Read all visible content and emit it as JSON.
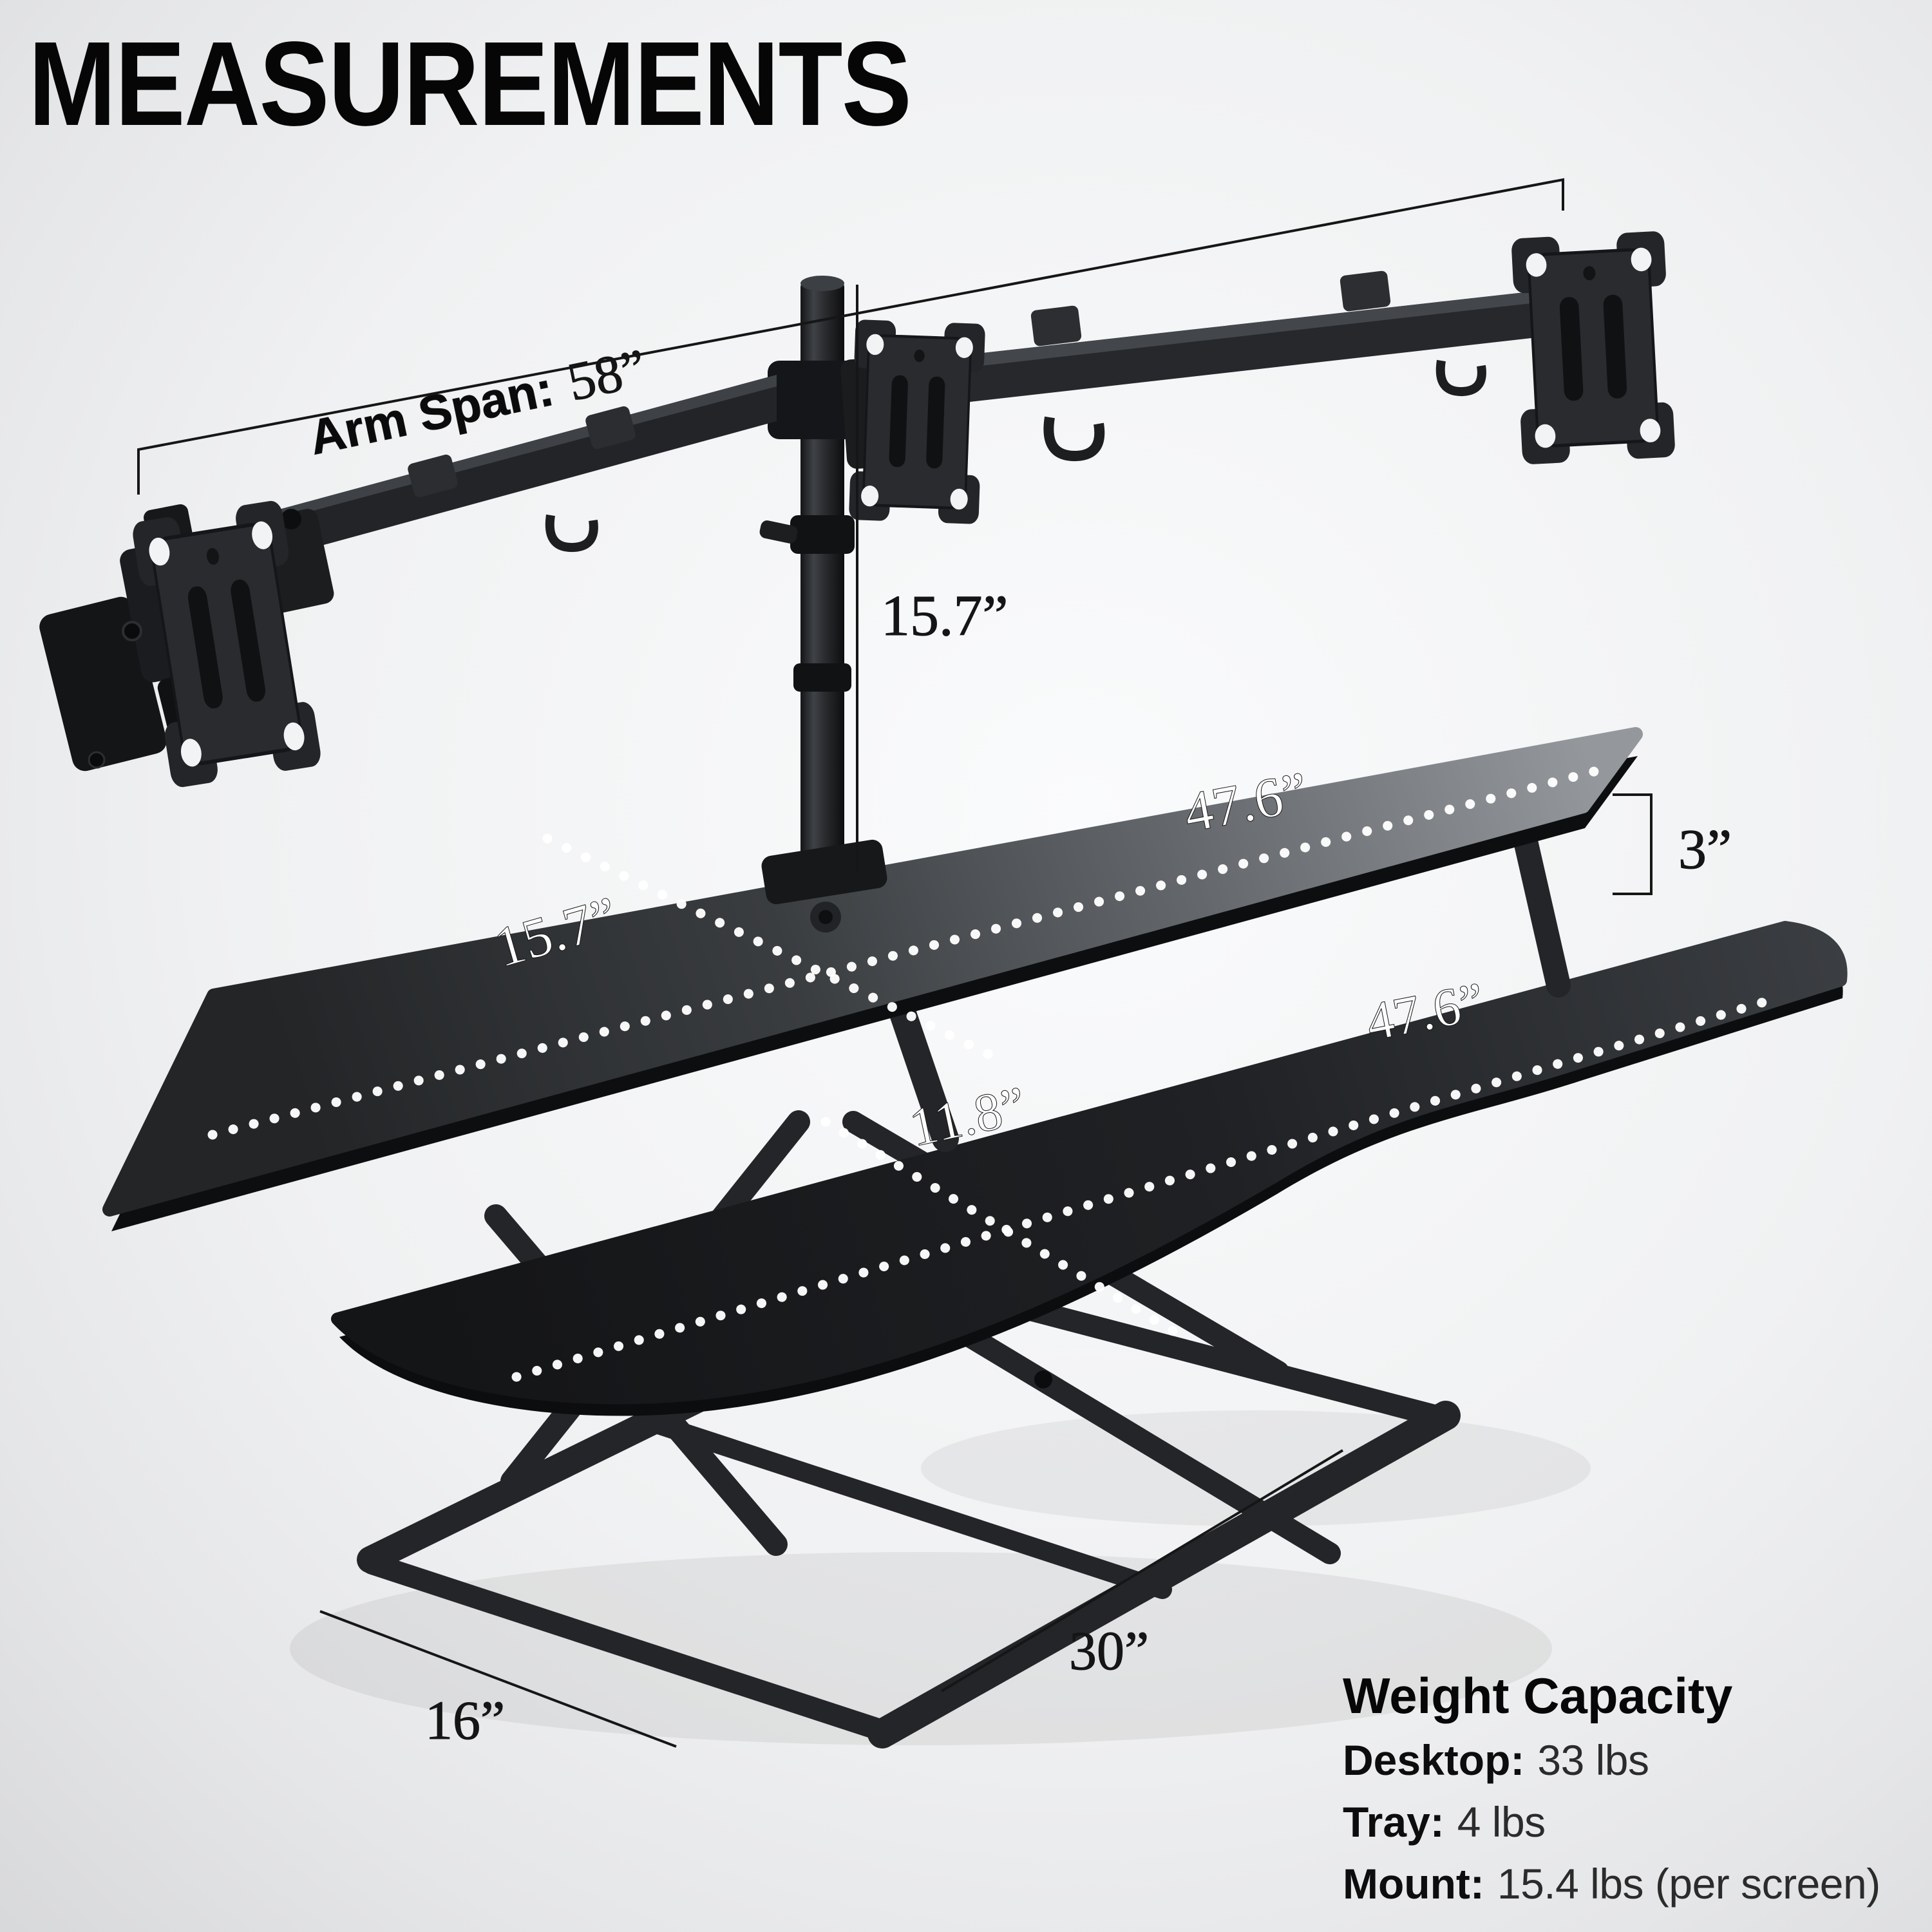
{
  "title": "MEASUREMENTS",
  "measurements": {
    "arm_span_label": "Arm Span:",
    "arm_span_value": "58”",
    "pole_height": "15.7”",
    "desktop_length": "47.6”",
    "desktop_depth": "15.7”",
    "tier_gap": "3”",
    "tray_length": "47.6”",
    "tray_depth": "11.8”",
    "base_length": "30”",
    "base_depth": "16”"
  },
  "weight_capacity": {
    "heading": "Weight Capacity",
    "rows": [
      {
        "label": "Desktop:",
        "value": "33 lbs"
      },
      {
        "label": "Tray:",
        "value": "4 lbs"
      },
      {
        "label": "Mount:",
        "value": "15.4 lbs (per screen)"
      }
    ]
  },
  "colors": {
    "measure_line": "#161616",
    "dotted_line": "#ffffff",
    "ink": "#111111",
    "product_dark": "#17181a",
    "desk_highlight": "#94989c",
    "background_center": "#fafbfc",
    "background_edge": "#d8d9db"
  }
}
